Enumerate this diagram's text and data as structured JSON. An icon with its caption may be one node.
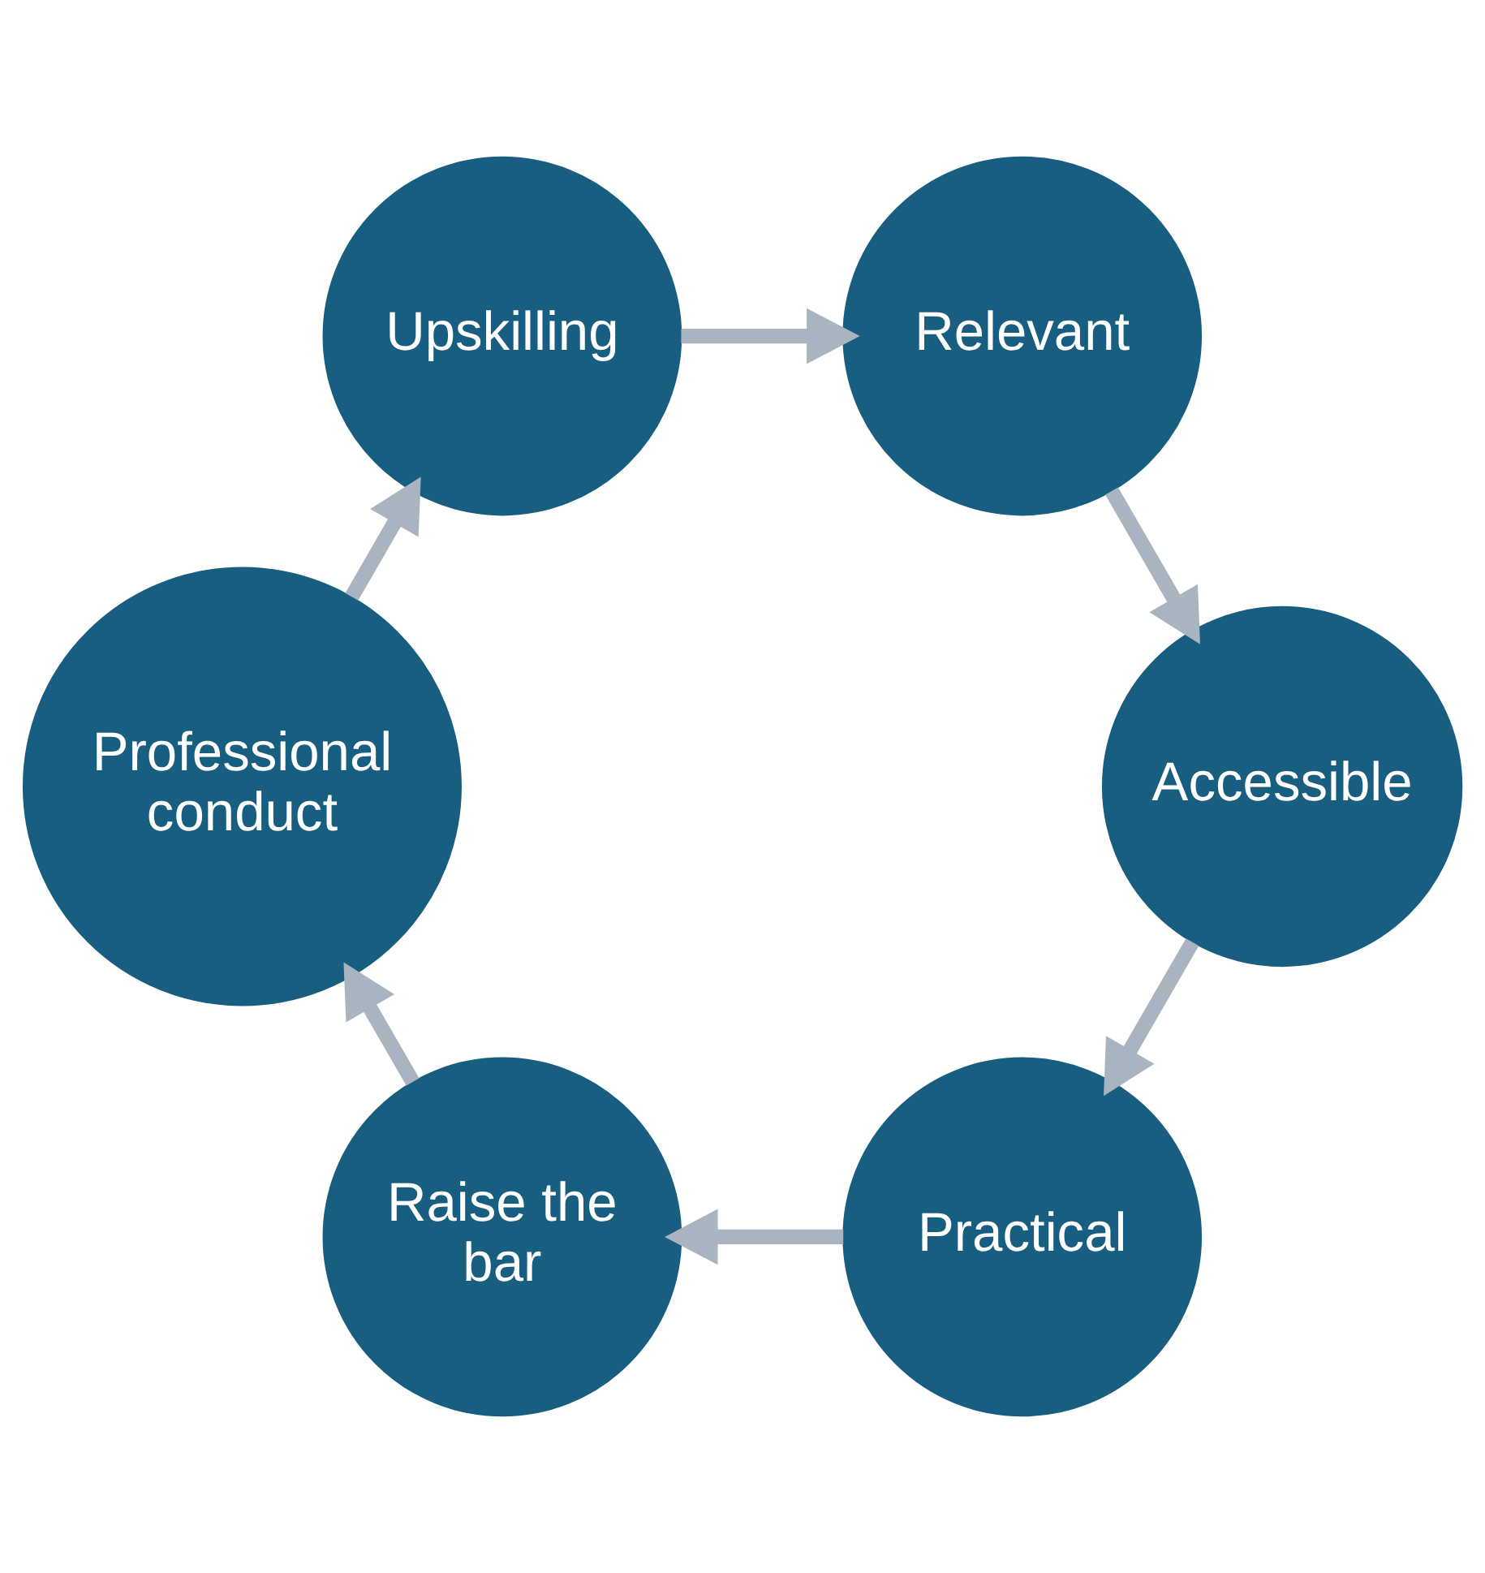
{
  "diagram": {
    "nodes": [
      {
        "text": [
          "Practical"
        ]
      },
      {
        "text": [
          "Raise the bar"
        ]
      },
      {
        "text": [
          "Professional conduct"
        ]
      },
      {
        "text": [
          "Upskilling"
        ]
      },
      {
        "text": [
          "Relevant"
        ]
      },
      {
        "text": [
          "Accessible"
        ]
      }
    ],
    "edges": [
      {
        "from": 0,
        "to": 1,
        "arrow": "to"
      },
      {
        "from": 1,
        "to": 2,
        "arrow": "to"
      },
      {
        "from": 2,
        "to": 3,
        "arrow": "to"
      },
      {
        "from": 3,
        "to": 4,
        "arrow": "to"
      },
      {
        "from": 4,
        "to": 5,
        "arrow": "to"
      },
      {
        "from": 5,
        "to": 0,
        "arrow": "to"
      }
    ]
  }
}
